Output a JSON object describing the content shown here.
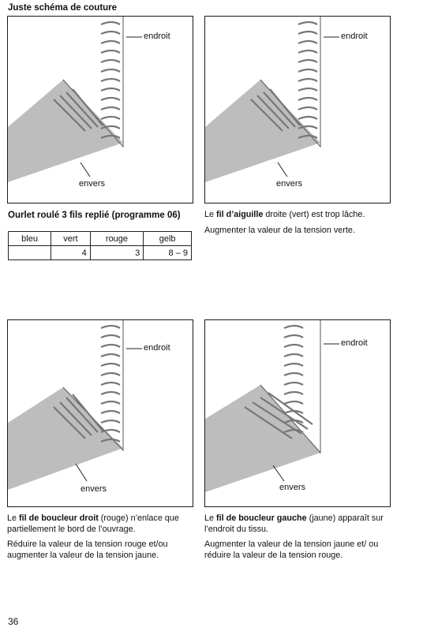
{
  "page_title": "Juste schéma de couture",
  "program_title": "Ourlet roulé 3 fils replié (programme 06)",
  "label_endroit": "endroit",
  "label_envers": "envers",
  "tension_table": {
    "headers": [
      "bleu",
      "vert",
      "rouge",
      "gelb"
    ],
    "values": [
      "",
      "4",
      "3",
      "8 – 9"
    ]
  },
  "captions": {
    "needle": {
      "pre": "Le ",
      "bold": "fil d’aiguille",
      "post": " droite (vert) est trop lâche.",
      "line2": "Augmenter la valeur de la tension verte."
    },
    "right_looper": {
      "pre": "Le ",
      "bold": "fil de boucleur droit",
      "post": " (rouge) n’enlace que partiellement le bord de l’ouvrage.",
      "line2": "Réduire la valeur de la tension rouge et/ou augmenter la valeur de la tension jaune."
    },
    "left_looper": {
      "pre": "Le ",
      "bold": "fil de boucleur gauche",
      "post": " (jaune) apparaît sur l’endroit du tissu.",
      "line2": "Augmenter la valeur de la tension jaune et/ ou réduire la valeur de la tension rouge."
    }
  },
  "page_number": "36"
}
